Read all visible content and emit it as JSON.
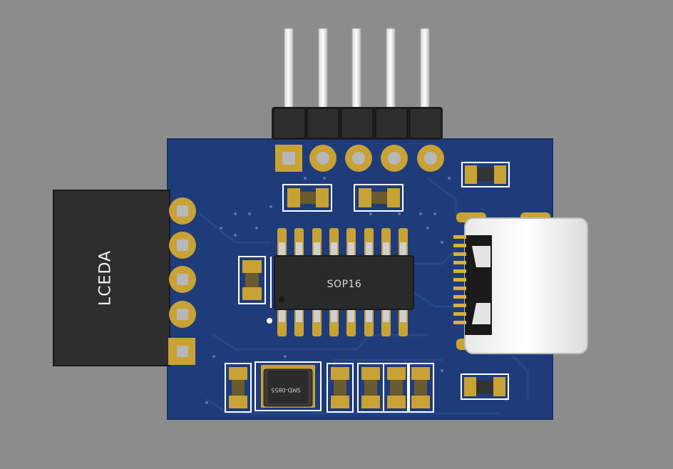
{
  "board": {
    "connector_label": "LCEDA",
    "chip_label": "SOP16",
    "inductor_marking": "SMD-0855"
  },
  "colors": {
    "background": "#8c8c8c",
    "pcb": "#1f3c7a",
    "pad_gold": "#c9a236",
    "silkscreen": "#ffffff",
    "ic_body": "#2a2a2a"
  }
}
